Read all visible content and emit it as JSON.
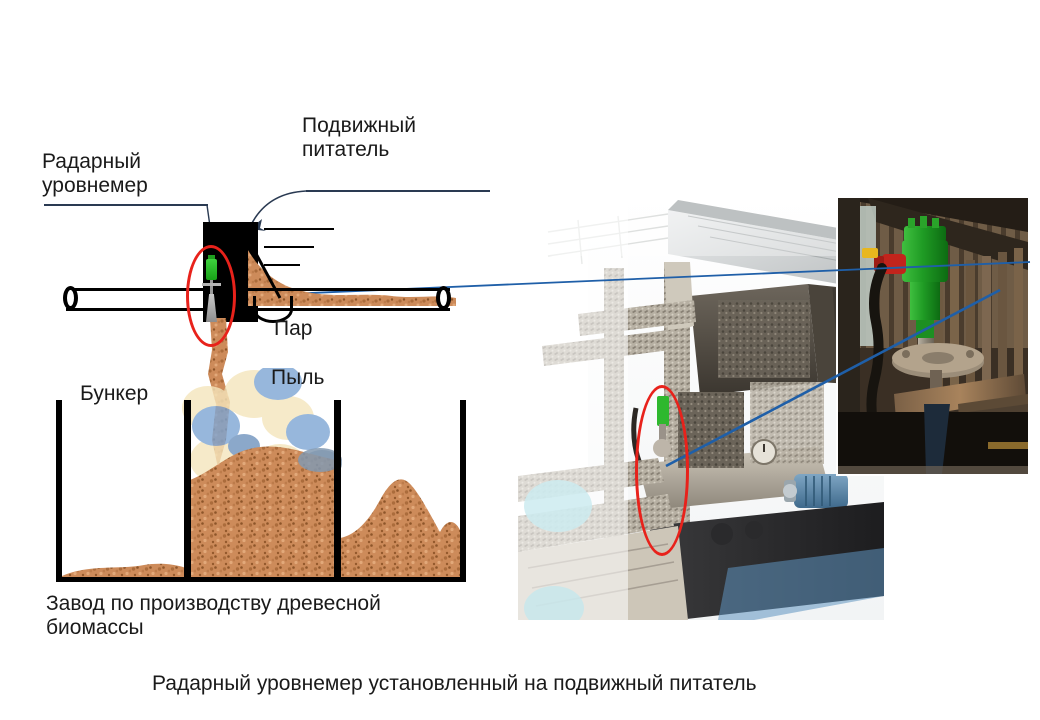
{
  "title": "Радарный уровнемер установленный на подвижный питатель",
  "labels": {
    "radar_level_gauge": "Радарный\nуровнемер",
    "movable_feeder": "Подвижный\nпитатель",
    "steam": "Пар",
    "dust": "Пыль",
    "bunker": "Бункер",
    "plant": "Завод по производству древесной\nбиомассы"
  },
  "caption": "Радарный уровнемер установленный на подвижный питатель",
  "colors": {
    "wood_chips": "#cd8b5a",
    "sensor_green": "#2eb82e",
    "highlight_red": "#e8221b",
    "leader_blue": "#1f5fa8",
    "leader_dark": "#2a3a52",
    "equipment_black": "#000000",
    "steam_cloud": "#7ea6d4",
    "dust_cloud": "#f5e6bc"
  },
  "diagram": {
    "conveyor": {
      "name": "подвижный питатель",
      "rollers": 2
    },
    "level_lines": 3,
    "bunkers": [
      {
        "name": "Бункер",
        "fill_level": "low"
      },
      {
        "name": "Бункер",
        "fill_level": "full"
      },
      {
        "name": "Бункер",
        "fill_level": "medium"
      }
    ]
  },
  "photos": {
    "main": {
      "name": "Фото промышленного конвейера с питателем"
    },
    "inset": {
      "name": "Крупный план радарного уровнемера"
    }
  }
}
